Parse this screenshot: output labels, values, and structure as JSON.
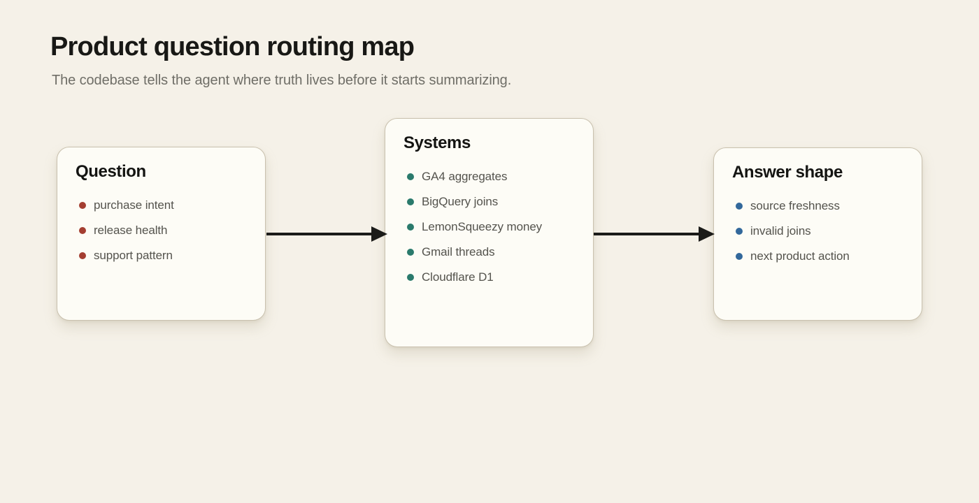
{
  "header": {
    "title": "Product question routing map",
    "subtitle": "The codebase tells the agent where truth lives before it starts summarizing."
  },
  "diagram": {
    "arrow_color": "#1b1b19"
  },
  "colors": {
    "page_background": "#f5f1e8",
    "card_background": "#fdfcf6",
    "card_border": "#c9c1ae",
    "heading_text": "#181815",
    "subtitle_text": "#6f6e67",
    "item_text": "#54534d",
    "question_bullet": "#a43e31",
    "systems_bullet": "#2a7a6c",
    "answer_bullet": "#32689b"
  },
  "cards": [
    {
      "title": "Question",
      "bullet_color": "#a43e31",
      "items": [
        "purchase intent",
        "release health",
        "support pattern"
      ]
    },
    {
      "title": "Systems",
      "bullet_color": "#2a7a6c",
      "items": [
        "GA4 aggregates",
        "BigQuery joins",
        "LemonSqueezy money",
        "Gmail threads",
        "Cloudflare D1"
      ]
    },
    {
      "title": "Answer shape",
      "bullet_color": "#32689b",
      "items": [
        "source freshness",
        "invalid joins",
        "next product action"
      ]
    }
  ]
}
